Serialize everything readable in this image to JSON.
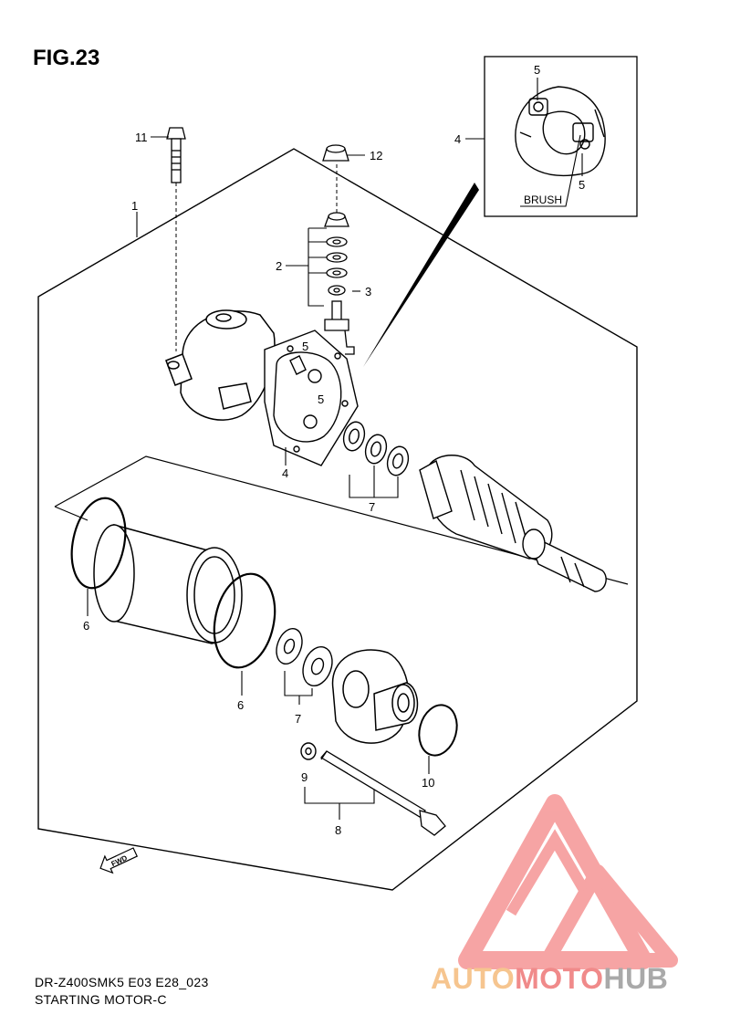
{
  "figure": {
    "title": "FIG.23"
  },
  "footer": {
    "model_code": "DR-Z400SMK5 E03 E28_023",
    "section_name": "STARTING MOTOR-C"
  },
  "inset": {
    "brush_label": "BRUSH"
  },
  "fwd_badge": "FWD",
  "callouts": {
    "c1": "1",
    "c2": "2",
    "c3": "3",
    "c4_main": "4",
    "c4_inset": "4",
    "c5_inset_top": "5",
    "c5_inset_bottom": "5",
    "c5_main_a": "5",
    "c5_main_b": "5",
    "c6_left": "6",
    "c6_right": "6",
    "c7_upper": "7",
    "c7_lower": "7",
    "c8": "8",
    "c9": "9",
    "c10": "10",
    "c11": "11",
    "c12": "12"
  },
  "watermark": {
    "part1": "AUTO",
    "part2": "MOTO",
    "part3": "HUB"
  },
  "colors": {
    "line": "#000000",
    "watermark_red": "#f05a5a",
    "watermark_orange": "#f6c58f",
    "watermark_grey": "#a9a9a9"
  }
}
